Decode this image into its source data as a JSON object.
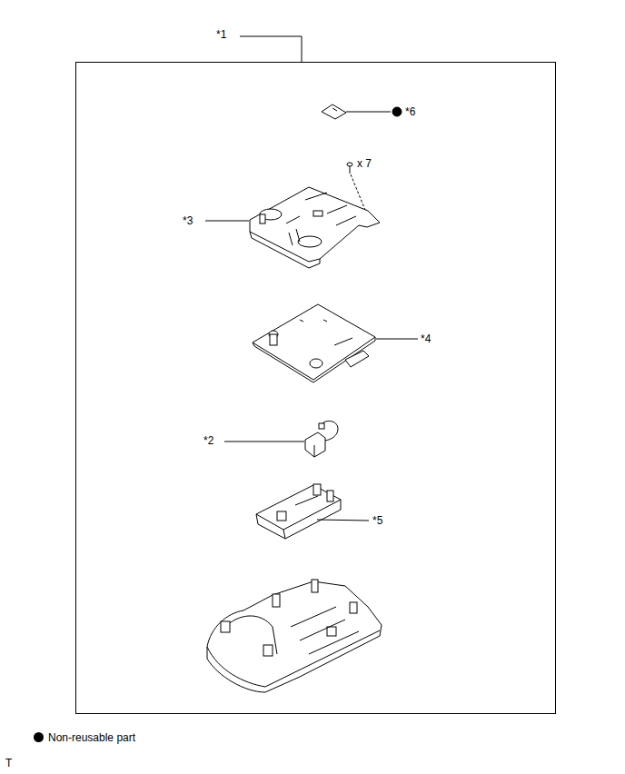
{
  "diagram": {
    "labels": [
      "*1",
      "*6",
      "x 7",
      "*3",
      "*4",
      "*2",
      "*5",
      "T"
    ],
    "legend": [
      {
        "text": "Non-reusable part",
        "color": "#000000"
      }
    ]
  }
}
